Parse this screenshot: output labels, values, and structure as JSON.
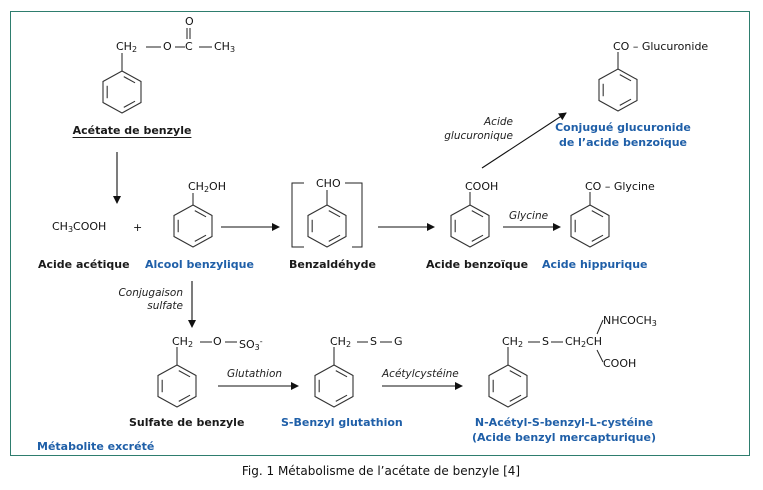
{
  "caption": "Fig. 1 Métabolisme de l’acétate de benzyle [4]",
  "colors": {
    "frame": "#2e7d6e",
    "highlight": "#1f5fa8",
    "text": "#1a1a1a"
  },
  "compounds": {
    "benzyl_acetate": {
      "name": "Acétate de benzyle",
      "formula": {
        "ch2": "CH",
        "o": "O",
        "c": "C",
        "ch3": "CH",
        "carbonyl_o": "O"
      }
    },
    "acetic_acid": {
      "name": "Acide acétique",
      "formula_a": "CH",
      "formula_b": "COOH"
    },
    "plus": "+",
    "benzyl_alcohol": {
      "name": "Alcool benzylique",
      "formula_a": "CH",
      "formula_b": "OH"
    },
    "benzaldehyde": {
      "name": "Benzaldéhyde",
      "formula": "CHO"
    },
    "benzoic_acid": {
      "name": "Acide benzoïque",
      "formula": "COOH"
    },
    "glucuronide": {
      "name_line1": "Conjugué glucuronide",
      "name_line2": "de l’acide benzoïque",
      "formula": "CO – Glucuronide"
    },
    "hippuric_acid": {
      "name": "Acide hippurique",
      "formula": "CO – Glycine"
    },
    "benzyl_sulfate": {
      "name": "Sulfate de benzyle",
      "formula_ch2": "CH",
      "formula_o": "O",
      "formula_so3": "SO"
    },
    "s_benzyl_glutathione": {
      "name": "S-Benzyl glutathion",
      "formula_ch2": "CH",
      "formula_s": "S",
      "formula_g": "G"
    },
    "mercapturic_acid": {
      "name_line1": "N-Acétyl-S-benzyl-L-cystéine",
      "name_line2": "(Acide benzyl mercapturique)",
      "formula_ch2": "CH",
      "formula_s": "S",
      "formula_ch2ch": "CH",
      "formula_ch": "CH",
      "formula_nh": "NHCOCH",
      "formula_cooh": "COOH"
    }
  },
  "reactions": {
    "glucuronic": {
      "line1": "Acide",
      "line2": "glucuronique"
    },
    "glycine": "Glycine",
    "sulfate": {
      "line1": "Conjugaison",
      "line2": "sulfate"
    },
    "glutathione": "Glutathion",
    "acetylcysteine": "Acétylcystéine"
  },
  "subscripts": {
    "two": "2",
    "three": "3",
    "minus": "-"
  },
  "legend": {
    "excreted": "Métabolite excrété"
  }
}
